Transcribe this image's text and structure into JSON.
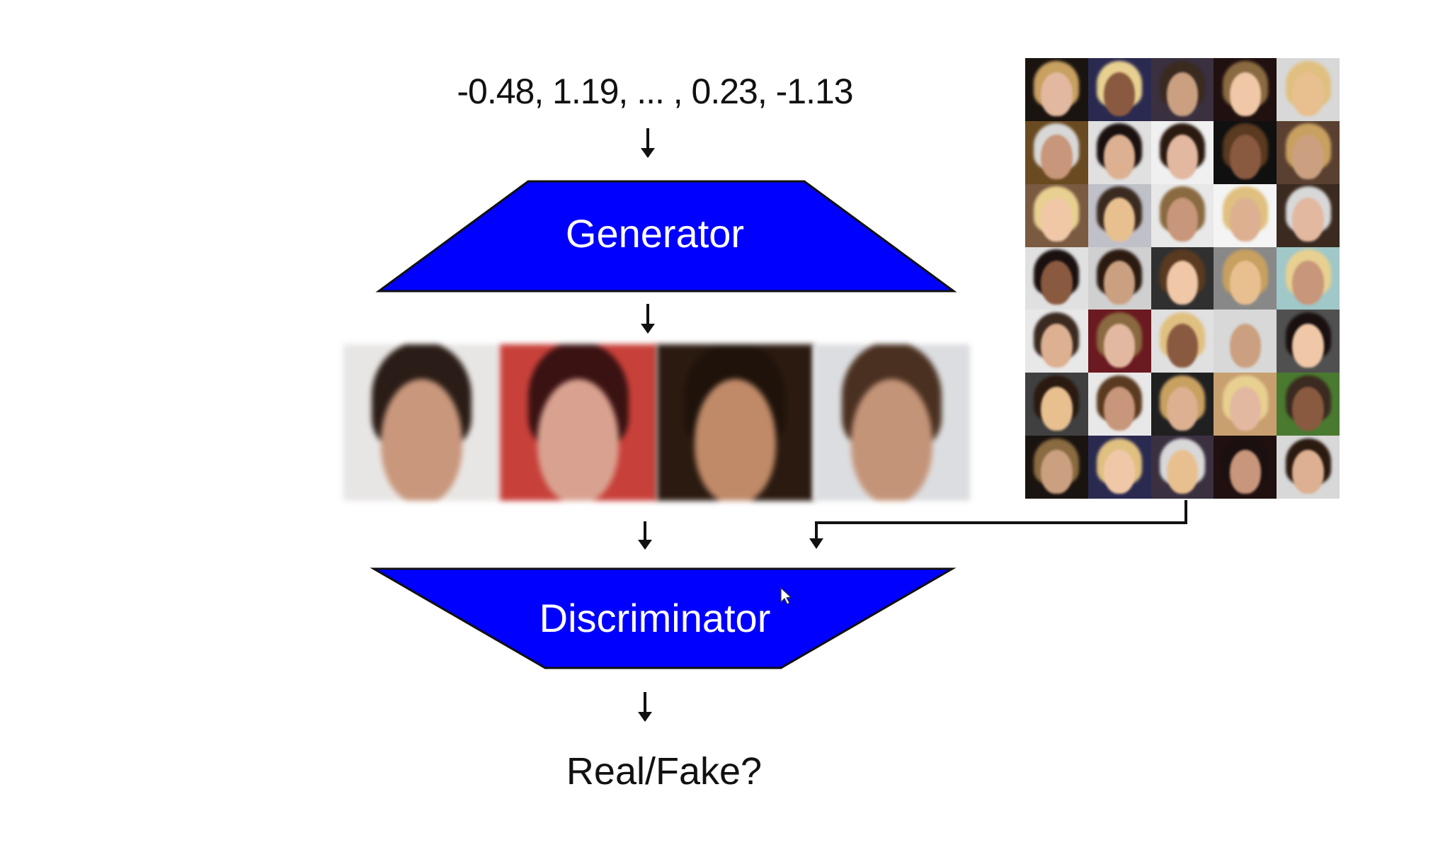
{
  "latent_vector": "-0.48, 1.19, ... , 0.23, -1.13",
  "generator_label": "Generator",
  "discriminator_label": "Discriminator",
  "output_label": "Real/Fake?",
  "fill_color": "#0000ff",
  "generated_faces_count": 4,
  "real_faces_grid": {
    "rows": 7,
    "cols": 5
  }
}
